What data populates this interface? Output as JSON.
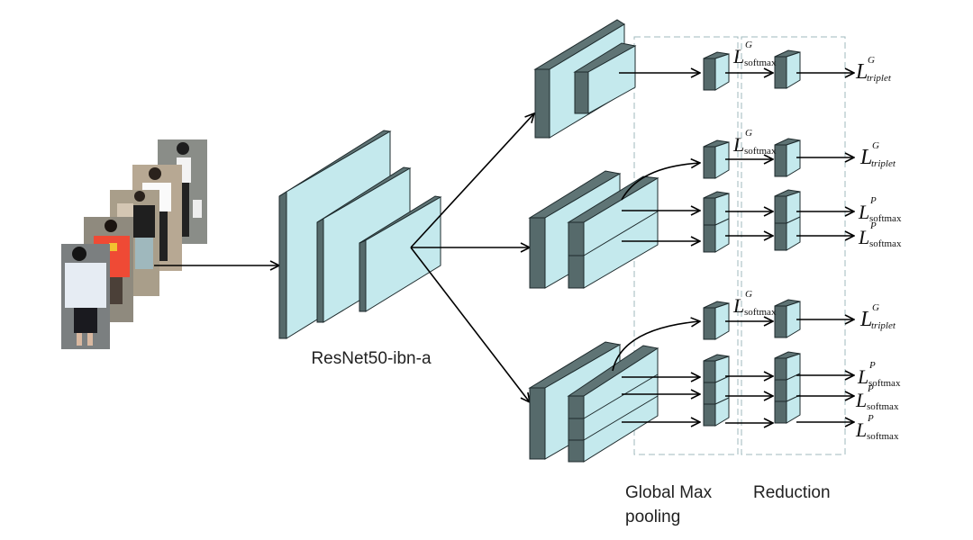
{
  "backbone_label": "ResNet50-ibn-a",
  "stage_labels": {
    "gmp_line1": "Global Max",
    "gmp_line2": "pooling",
    "reduction": "Reduction"
  },
  "input": {
    "description": "stack of 5 pedestrian images",
    "count": 5
  },
  "branches": [
    {
      "name": "global",
      "parts": 1,
      "losses": [
        {
          "L": "L",
          "sub": "softmax",
          "sup": "G"
        },
        {
          "L": "L",
          "sub": "triplet",
          "sup": "G"
        }
      ]
    },
    {
      "name": "part-2",
      "parts": 2,
      "losses": [
        {
          "L": "L",
          "sub": "softmax",
          "sup": "G"
        },
        {
          "L": "L",
          "sub": "triplet",
          "sup": "G"
        },
        {
          "L": "L",
          "sub": "softmax",
          "sup": "P"
        },
        {
          "L": "L",
          "sub": "softmax",
          "sup": "P"
        }
      ]
    },
    {
      "name": "part-3",
      "parts": 3,
      "losses": [
        {
          "L": "L",
          "sub": "softmax",
          "sup": "G"
        },
        {
          "L": "L",
          "sub": "triplet",
          "sup": "G"
        },
        {
          "L": "L",
          "sub": "softmax",
          "sup": "P"
        },
        {
          "L": "L",
          "sub": "softmax",
          "sup": "P"
        },
        {
          "L": "L",
          "sub": "softmax",
          "sup": "P"
        }
      ]
    }
  ],
  "loss_text": {
    "L": "L",
    "G": "G",
    "P": "P",
    "softmax": "softmax",
    "triplet": "triplet"
  },
  "colors": {
    "block_face": "#c4e9ed",
    "block_side": "#566a6b",
    "dashed_box": "#9fb9bc"
  }
}
